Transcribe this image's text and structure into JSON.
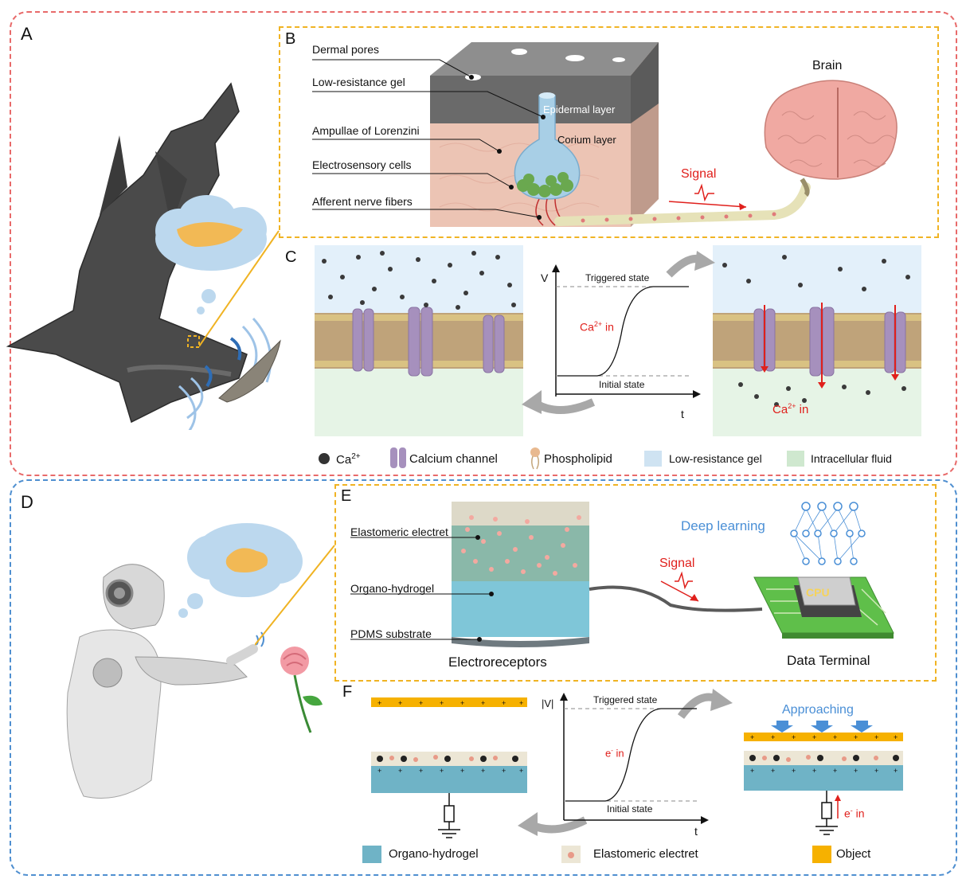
{
  "panels": {
    "a": "A",
    "b": "B",
    "c": "C",
    "d": "D",
    "e": "E",
    "f": "F"
  },
  "panel_b": {
    "labels": [
      "Dermal pores",
      "Low-resistance gel",
      "Ampullae of Lorenzini",
      "Electrosensory cells",
      "Afferent nerve fibers"
    ],
    "epidermal": "Epidermal layer",
    "corium": "Corium layer",
    "brain": "Brain",
    "signal": "Signal"
  },
  "panel_c": {
    "v_axis": "V",
    "t_axis": "t",
    "triggered": "Triggered state",
    "initial": "Initial state",
    "ca_in_base": "Ca",
    "ca_in_sup": "2+",
    "ca_in_tail": " in",
    "legend": {
      "ca_base": "Ca",
      "ca_sup": "2+",
      "channel": "Calcium channel",
      "phospholipid": "Phospholipid",
      "gel": "Low-resistance gel",
      "fluid": "Intracellular fluid"
    }
  },
  "panel_e": {
    "labels": [
      "Elastomeric electret",
      "Organo-hydrogel",
      "PDMS substrate"
    ],
    "electroreceptors": "Electroreceptors",
    "signal": "Signal",
    "deep_learning": "Deep learning",
    "cpu": "CPU",
    "data_terminal": "Data Terminal"
  },
  "panel_f": {
    "v_axis": "|V|",
    "t_axis": "t",
    "triggered": "Triggered state",
    "initial": "Initial state",
    "e_in_base": "e",
    "e_in_sup": "-",
    "e_in_tail": " in",
    "approaching": "Approaching",
    "legend": {
      "hydrogel": "Organo-hydrogel",
      "electret": "Elastomeric electret",
      "object": "Object"
    }
  },
  "colors": {
    "top_border": "#e86a6a",
    "bottom_border": "#4f8fd0",
    "inset_border": "#f0b323",
    "hydrogel": "#6fb3c6",
    "object": "#f6b100",
    "ca": "#333333",
    "channel": "#a690bd",
    "signal_red": "#e0201c",
    "deep_blue": "#4a8fd6"
  }
}
